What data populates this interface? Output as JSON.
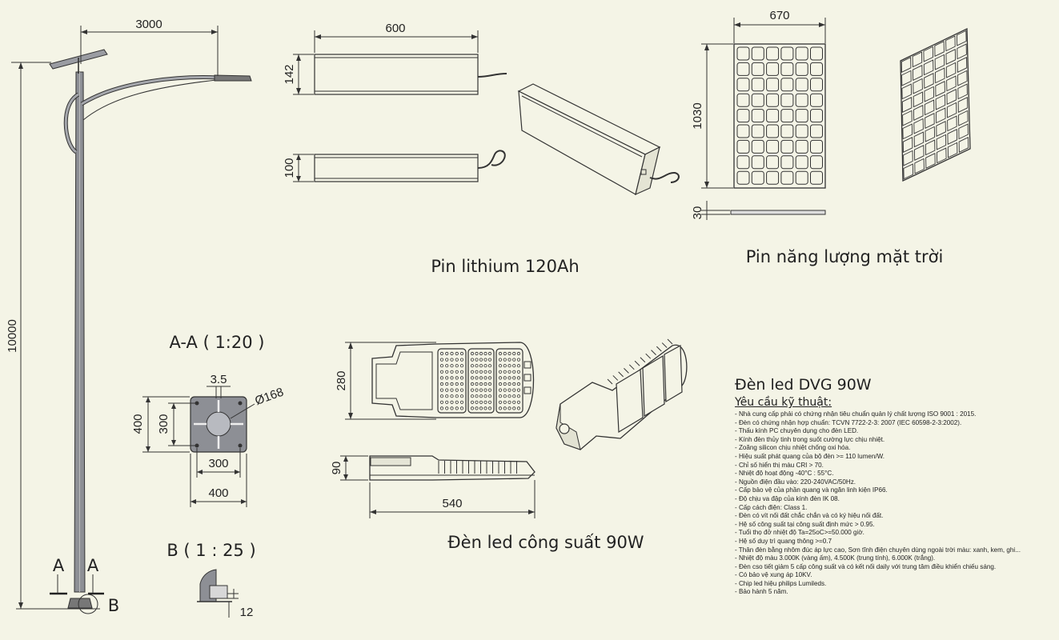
{
  "dims": {
    "pole_arm": "3000",
    "pole_height": "10000",
    "batt_len": "600",
    "batt_h1": "142",
    "batt_h2": "100",
    "panel_w": "670",
    "panel_h": "1030",
    "panel_t": "30",
    "base_thickness": "3.5",
    "base_hole": "Ø168",
    "base_400v": "400",
    "base_300v": "300",
    "base_300h": "300",
    "base_400h": "400",
    "lamp_h": "280",
    "lamp_side_h": "90",
    "lamp_len": "540",
    "detail_12": "12"
  },
  "labels": {
    "section_aa": "A-A ( 1:20 )",
    "section_b": "B ( 1 : 25 )",
    "mark_a_left": "A",
    "mark_a_right": "A",
    "mark_b": "B",
    "battery_caption": "Pin lithium 120Ah",
    "panel_caption": "Pin năng lượng mặt trời",
    "lamp_caption": "Đèn led công suất 90W"
  },
  "specs": {
    "title": "Đèn led DVG 90W",
    "subtitle": "Yêu cầu kỹ thuật:",
    "items": [
      "- Nhà cung cấp phải có chứng nhận tiêu chuẩn quản lý chất lượng ISO 9001 : 2015.",
      "- Đèn có chứng nhận hợp chuẩn: TCVN 7722-2-3: 2007 (IEC 60598-2-3:2002).",
      "- Thấu kính PC chuyên dụng cho đèn LED.",
      "- Kính đèn thủy tinh trong suốt cường lực chịu nhiệt.",
      "- Zoăng silicon chịu nhiệt chống oxi hóa.",
      "- Hiệu suất phát quang của bộ đèn >= 110 lumen/W.",
      "- Chỉ số hiển thị màu CRI > 70.",
      "- Nhiệt độ hoạt động -40°C : 55°C.",
      "- Nguồn điện đầu vào: 220-240VAC/50Hz.",
      "- Cấp bảo vệ của phần quang và ngăn linh kiện IP66.",
      "- Độ chịu va đập của kính đèn IK 08.",
      "- Cấp cách điện: Class 1.",
      "- Đèn có vít nối đất chắc chắn và có ký hiệu nối đất.",
      "- Hệ số công suất tại công suất định mức > 0.95.",
      "- Tuổi thọ đở nhiệt độ Ta=25oC>=50.000 giờ.",
      "- Hệ số duy trì quang thông >=0.7",
      "- Thân đèn bằng nhôm đúc áp lực cao, Sơn tĩnh điện chuyên dùng ngoài trời màu: xanh, kem, ghi...",
      "- Nhiệt độ màu 3.000K (vàng ấm), 4.500K (trung tính), 6.000K (trắng).",
      "- Đèn cso tiết giảm 5 cấp công suất và có kết nối daily với trung tâm điều khiển chiếu sáng.",
      "- Có bảo vệ xung áp 10KV.",
      "- Chip led hiệu philips Lumileds.",
      "- Bảo hành 5 năm."
    ]
  }
}
